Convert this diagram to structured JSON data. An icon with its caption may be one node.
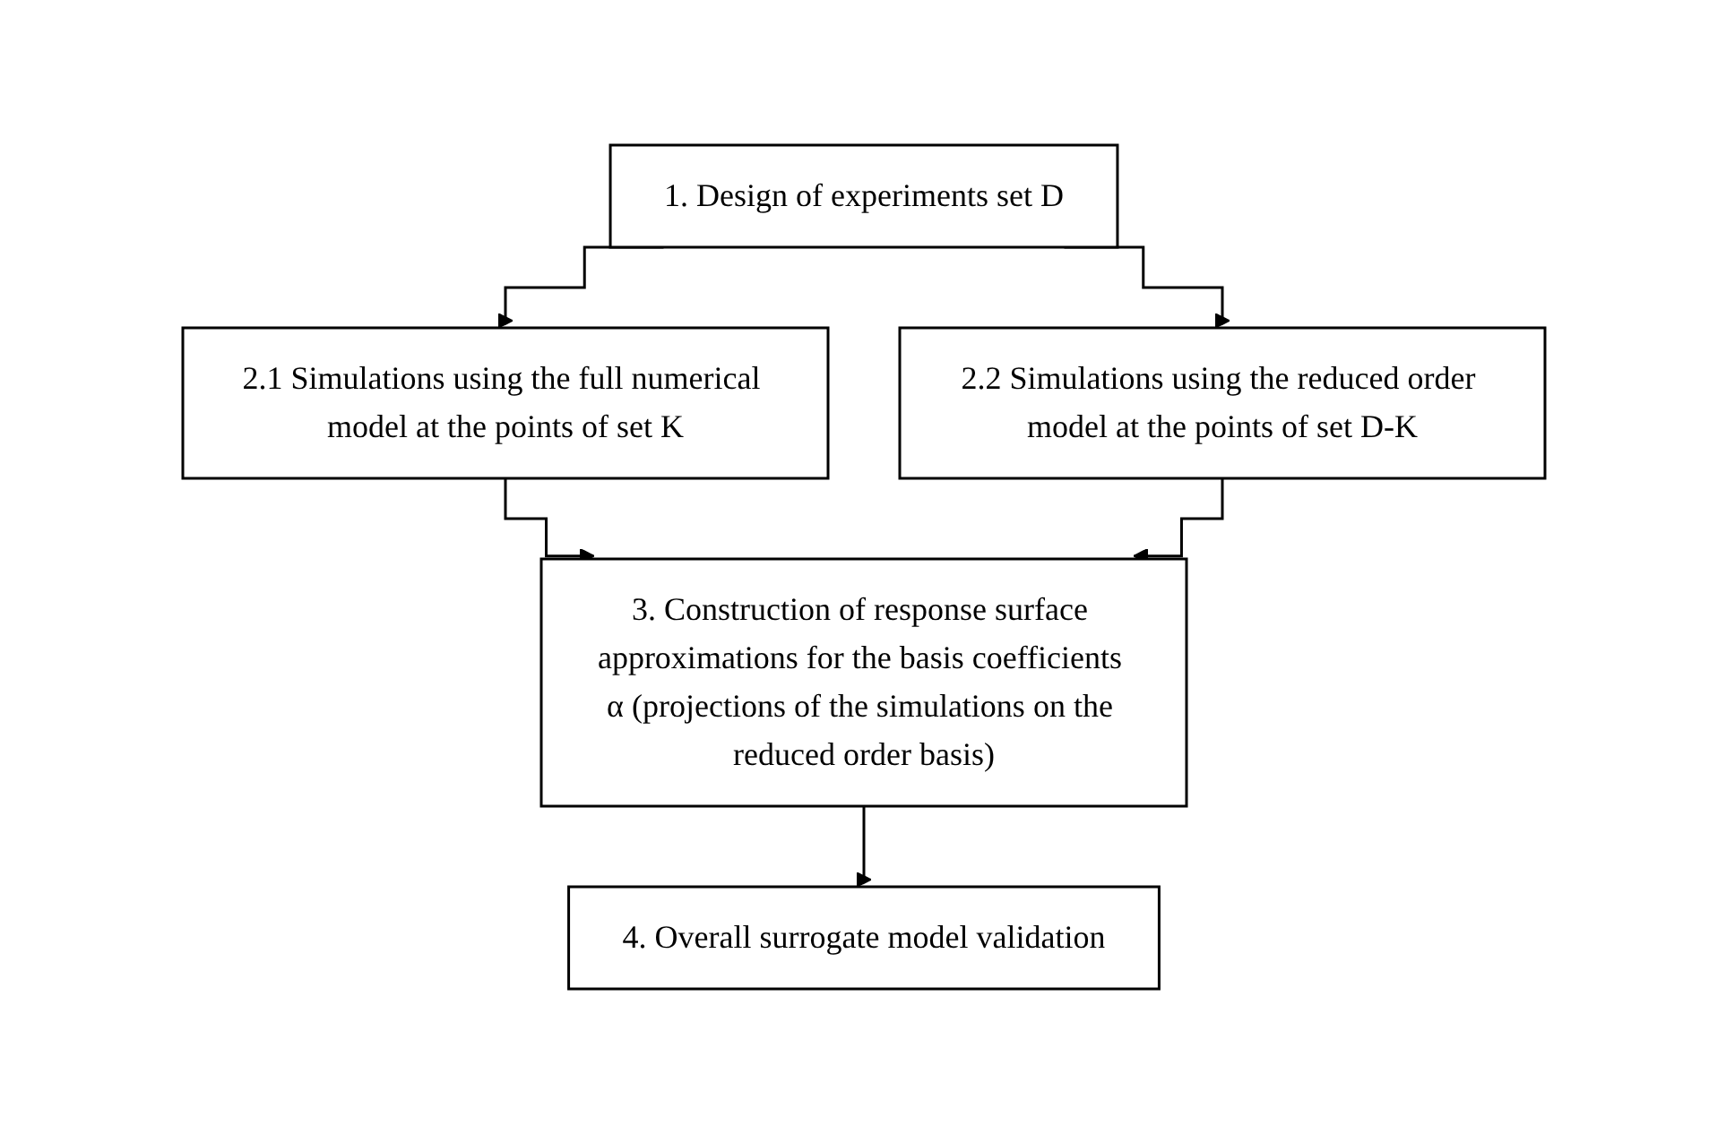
{
  "diagram": {
    "nodes": [
      {
        "text": [
          "1. Design of experiments set D"
        ]
      },
      {
        "text": [
          "2.1 Simulations using the full numerical model at the points of set K"
        ]
      },
      {
        "text": [
          "2.2 Simulations using the reduced order model at the points of set D-K"
        ]
      },
      {
        "text": [
          "3. Construction of response surface approximations for the basis coefficients α (projections of the simulations on the reduced order basis)"
        ]
      },
      {
        "text": [
          "4. Overall surrogate model validation"
        ]
      }
    ],
    "edges": [
      {
        "from": 0,
        "to": 1,
        "arrow": "to"
      },
      {
        "from": 0,
        "to": 2,
        "arrow": "to"
      },
      {
        "from": 1,
        "to": 3,
        "arrow": "to"
      },
      {
        "from": 2,
        "to": 3,
        "arrow": "to"
      },
      {
        "from": 3,
        "to": 4,
        "arrow": "to"
      }
    ]
  }
}
